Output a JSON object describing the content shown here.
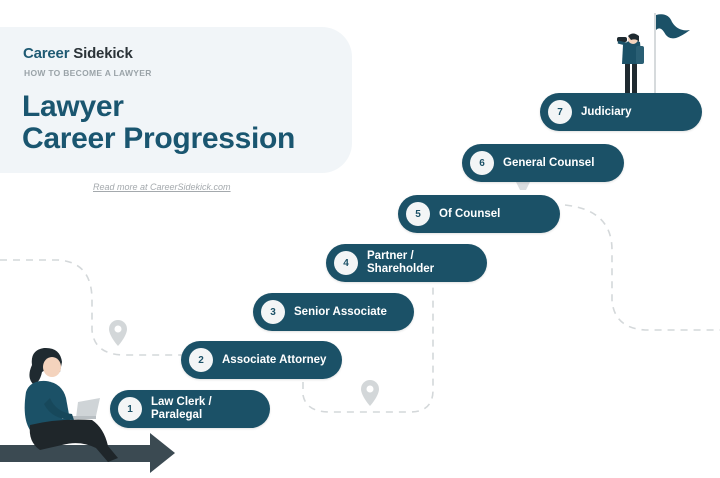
{
  "header": {
    "brand_part1": "Career",
    "brand_part2": " Sidekick",
    "kicker": "HOW TO BECOME A LAWYER",
    "title_line1": "Lawyer",
    "title_line2": "Career Progression",
    "read_more": "Read more at CareerSidekick.com"
  },
  "colors": {
    "pill_bg": "#1b5167",
    "title": "#1a5670",
    "card_bg": "#f1f5f8",
    "arrow": "#3b4a52",
    "dashed_path": "#d4d8da"
  },
  "steps": [
    {
      "number": "1",
      "label": "Law Clerk /\nParalegal"
    },
    {
      "number": "2",
      "label": "Associate Attorney"
    },
    {
      "number": "3",
      "label": "Senior Associate"
    },
    {
      "number": "4",
      "label": "Partner /\nShareholder"
    },
    {
      "number": "5",
      "label": "Of Counsel"
    },
    {
      "number": "6",
      "label": "General Counsel"
    },
    {
      "number": "7",
      "label": "Judiciary"
    }
  ],
  "icons": {
    "start": "person-with-laptop-icon",
    "goal": "person-with-binoculars-icon",
    "flag": "flag-icon",
    "pins": [
      "map-pin-icon",
      "map-pin-icon"
    ],
    "arrow": "arrow-right-icon"
  }
}
